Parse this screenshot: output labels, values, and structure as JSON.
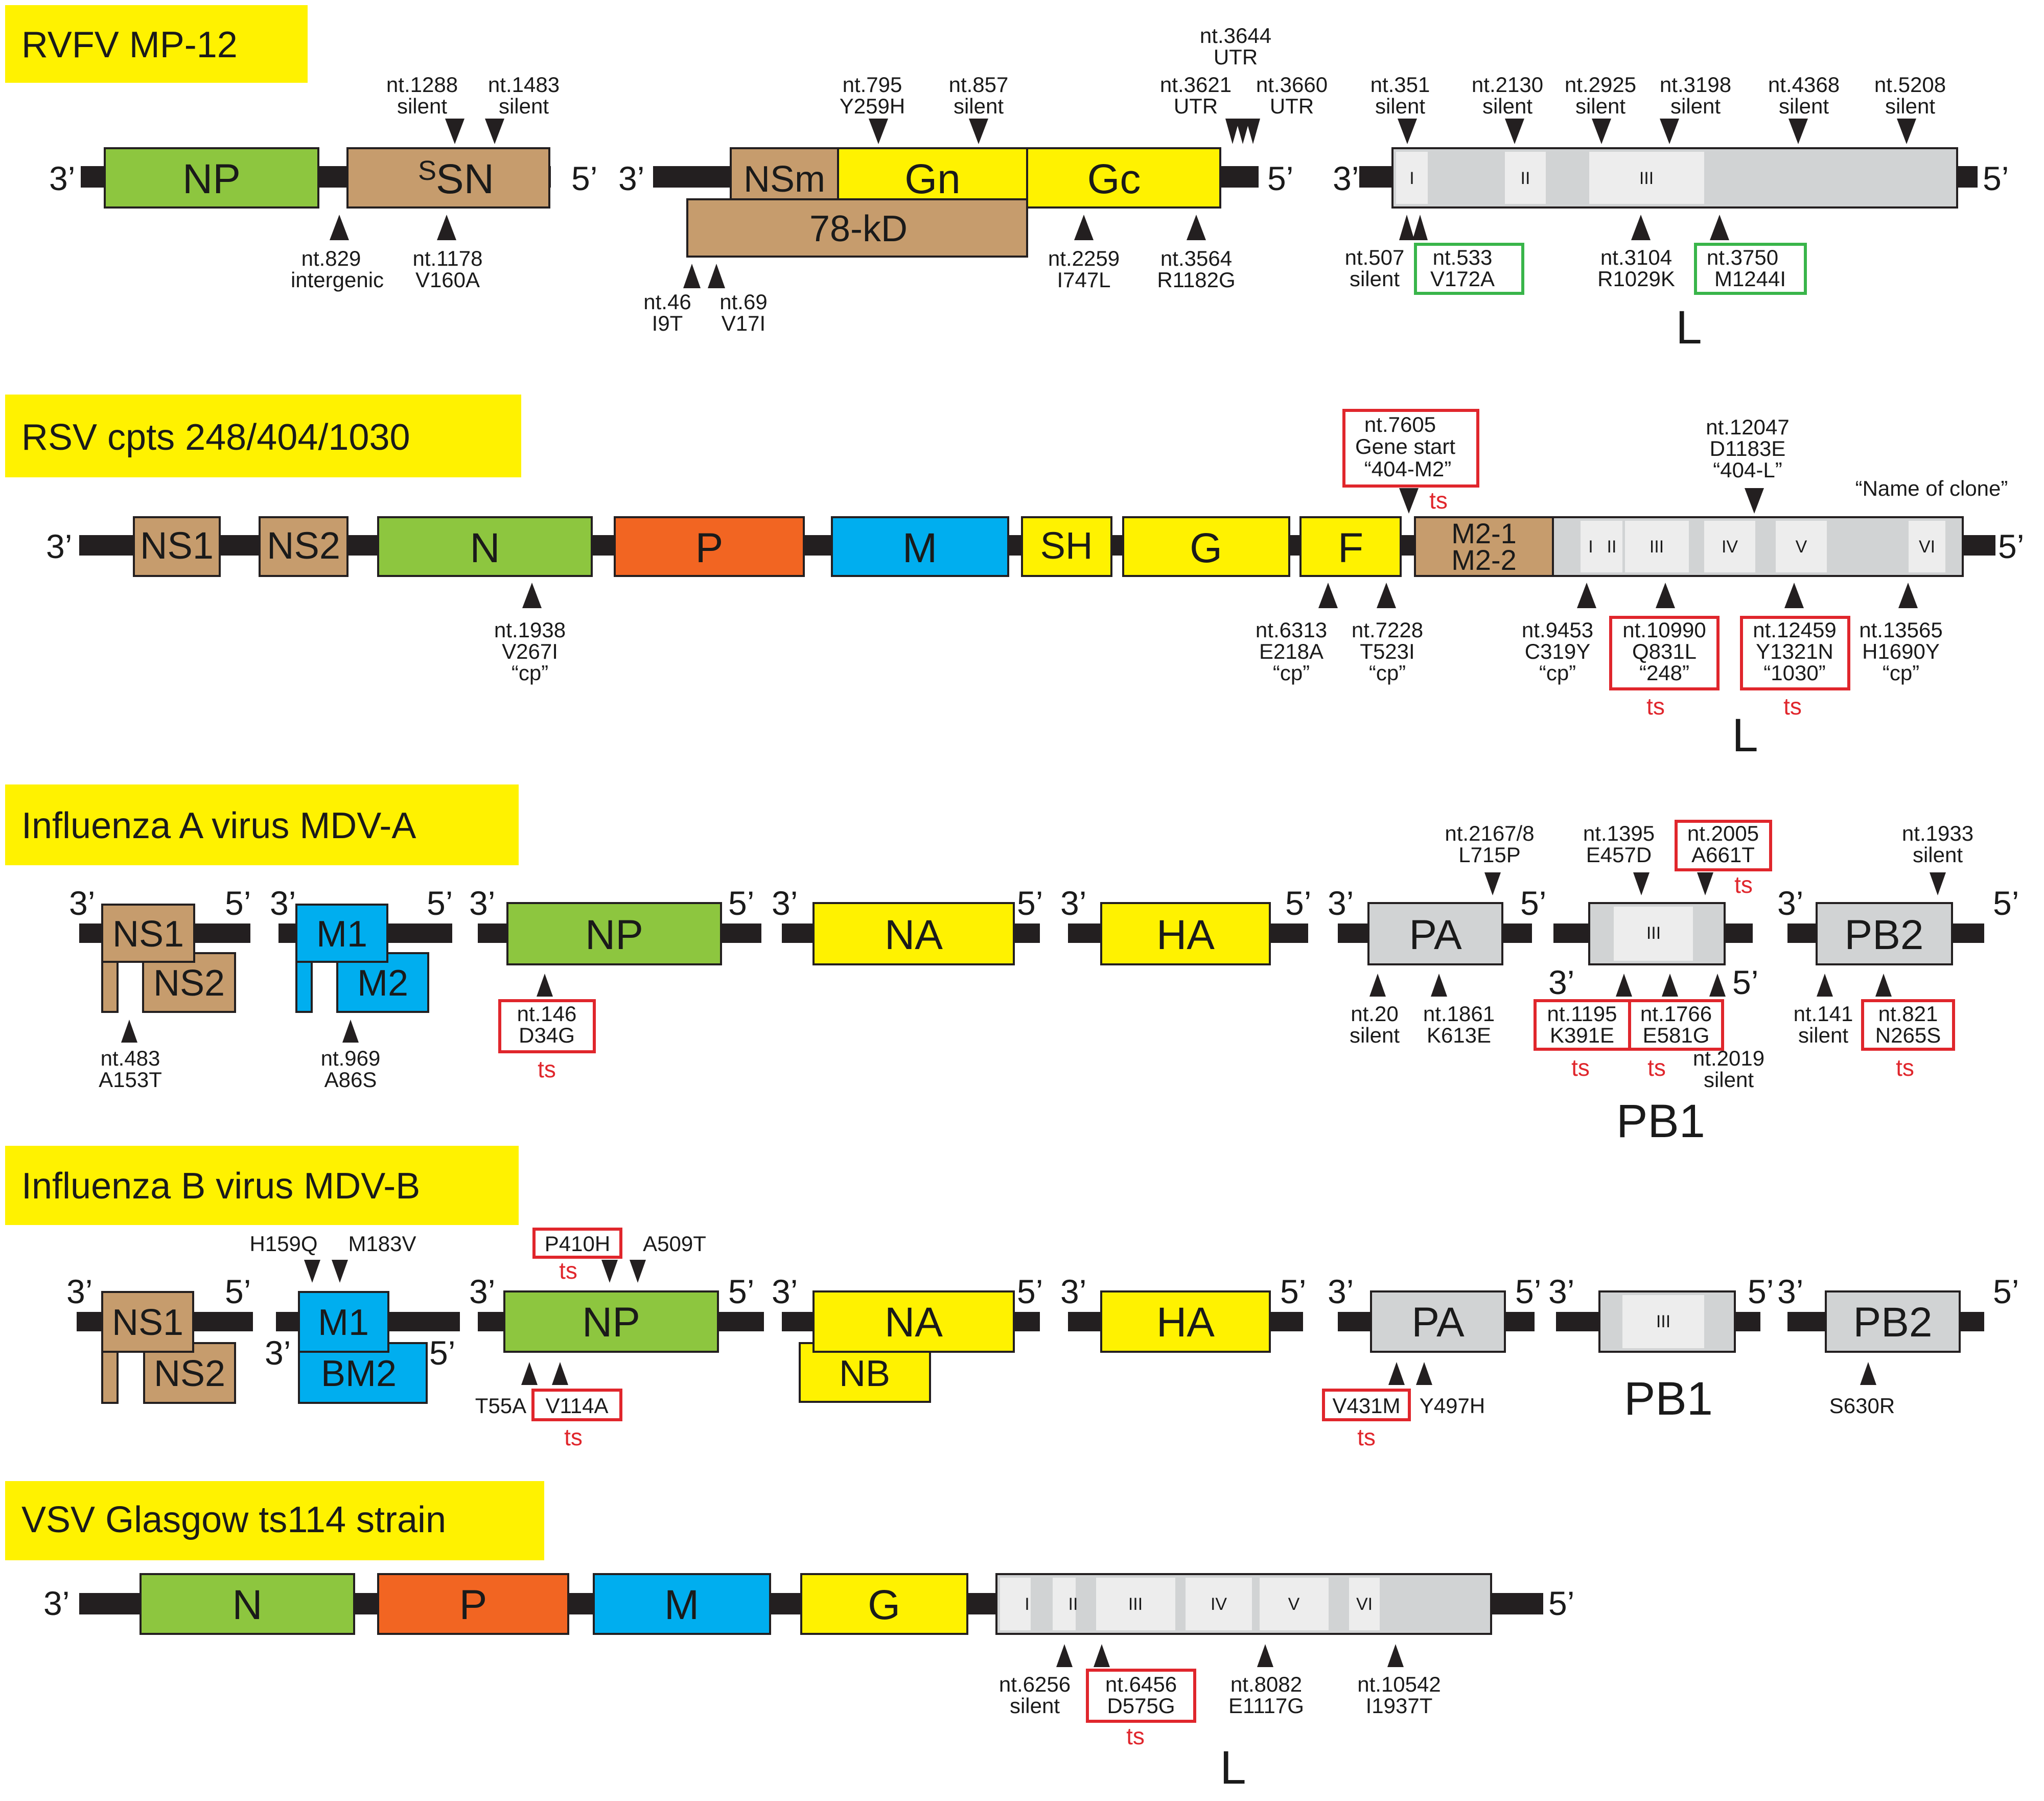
{
  "colors": {
    "title_bg": "#FFF200",
    "green": "#8DC63F",
    "tan": "#C69C6D",
    "yellow": "#FFF200",
    "orange": "#F26522",
    "blue": "#00AEEF",
    "gray": "#D1D3D4",
    "light": "#EDEDED",
    "backbone": "#231F20",
    "ts_red": "#E0262C",
    "box_green": "#39B54A"
  },
  "common": {
    "three": "3’",
    "five": "5’",
    "ts": "ts",
    "L": "L",
    "PB1": "PB1"
  },
  "domains": [
    "I",
    "II",
    "III",
    "IV",
    "V",
    "VI"
  ],
  "rvfv": {
    "title": "RVFV MP-12",
    "genes": {
      "NP": "NP",
      "SSN_s": "S",
      "SSN": "SN",
      "NSm": "NSm",
      "Gn": "Gn",
      "Gc": "Gc",
      "k78": "78-kD"
    },
    "m1288": [
      "nt.1288",
      "silent"
    ],
    "m1483": [
      "nt.1483",
      "silent"
    ],
    "m829": [
      "nt.829",
      "intergenic"
    ],
    "m1178": [
      "nt.1178",
      "V160A"
    ],
    "m795": [
      "nt.795",
      "Y259H"
    ],
    "m857": [
      "nt.857",
      "silent"
    ],
    "m3644": [
      "nt.3644",
      "UTR"
    ],
    "m3621": [
      "nt.3621",
      "UTR"
    ],
    "m3660": [
      "nt.3660",
      "UTR"
    ],
    "m46": [
      "nt.46",
      "I9T"
    ],
    "m69": [
      "nt.69",
      "V17I"
    ],
    "m2259": [
      "nt.2259",
      "I747L"
    ],
    "m3564": [
      "nt.3564",
      "R1182G"
    ],
    "m351": [
      "nt.351",
      "silent"
    ],
    "m2130": [
      "nt.2130",
      "silent"
    ],
    "m2925": [
      "nt.2925",
      "silent"
    ],
    "m3198": [
      "nt.3198",
      "silent"
    ],
    "m4368": [
      "nt.4368",
      "silent"
    ],
    "m5208": [
      "nt.5208",
      "silent"
    ],
    "m507": [
      "nt.507",
      "silent"
    ],
    "m533": [
      "nt.533",
      "V172A"
    ],
    "m3104": [
      "nt.3104",
      "R1029K"
    ],
    "m3750": [
      "nt.3750",
      "M1244I"
    ]
  },
  "rsv": {
    "title": "RSV  cpts 248/404/1030",
    "genes": {
      "NS1": "NS1",
      "NS2": "NS2",
      "N": "N",
      "P": "P",
      "M": "M",
      "SH": "SH",
      "G": "G",
      "F": "F",
      "M21": "M2-1",
      "M22": "M2-2"
    },
    "m7605": [
      "nt.7605",
      "Gene start",
      "“404-M2”"
    ],
    "m12047": [
      "nt.12047",
      "D1183E",
      "“404-L”"
    ],
    "clone_note": "“Name of clone”",
    "m1938": [
      "nt.1938",
      "V267I",
      "“cp”"
    ],
    "m6313": [
      "nt.6313",
      "E218A",
      "“cp”"
    ],
    "m7228": [
      "nt.7228",
      "T523I",
      "“cp”"
    ],
    "m9453": [
      "nt.9453",
      "C319Y",
      "“cp”"
    ],
    "m10990": [
      "nt.10990",
      "Q831L",
      "“248”"
    ],
    "m12459": [
      "nt.12459",
      "Y1321N",
      "“1030”"
    ],
    "m13565": [
      "nt.13565",
      "H1690Y",
      "“cp”"
    ]
  },
  "fluA": {
    "title": "Influenza A virus MDV-A",
    "genes": {
      "NS1": "NS1",
      "NS2": "NS2",
      "M1": "M1",
      "M2": "M2",
      "NP": "NP",
      "NA": "NA",
      "HA": "HA",
      "PA": "PA",
      "PB2": "PB2"
    },
    "m483": [
      "nt.483",
      "A153T"
    ],
    "m969": [
      "nt.969",
      "A86S"
    ],
    "m146": [
      "nt.146",
      "D34G"
    ],
    "m2167": [
      "nt.2167/8",
      "L715P"
    ],
    "m20": [
      "nt.20",
      "silent"
    ],
    "m1861": [
      "nt.1861",
      "K613E"
    ],
    "m1395": [
      "nt.1395",
      "E457D"
    ],
    "m2005": [
      "nt.2005",
      "A661T"
    ],
    "m1195": [
      "nt.1195",
      "K391E"
    ],
    "m1766": [
      "nt.1766",
      "E581G"
    ],
    "m2019": [
      "nt.2019",
      "silent"
    ],
    "m1933": [
      "nt.1933",
      "silent"
    ],
    "m141": [
      "nt.141",
      "silent"
    ],
    "m821": [
      "nt.821",
      "N265S"
    ]
  },
  "fluB": {
    "title": "Influenza B virus MDV-B",
    "genes": {
      "NS1": "NS1",
      "NS2": "NS2",
      "M1": "M1",
      "BM2": "BM2",
      "NP": "NP",
      "NA": "NA",
      "NB": "NB",
      "HA": "HA",
      "PA": "PA",
      "PB2": "PB2"
    },
    "h159q": "H159Q",
    "m183v": "M183V",
    "p410h": "P410H",
    "a509t": "A509T",
    "t55a": "T55A",
    "v114a": "V114A",
    "v431m": "V431M",
    "y497h": "Y497H",
    "s630r": "S630R"
  },
  "vsv": {
    "title": "VSV Glasgow ts114 strain",
    "genes": {
      "N": "N",
      "P": "P",
      "M": "M",
      "G": "G"
    },
    "m6256": [
      "nt.6256",
      "silent"
    ],
    "m6456": [
      "nt.6456",
      "D575G"
    ],
    "m8082": [
      "nt.8082",
      "E1117G"
    ],
    "m10542": [
      "nt.10542",
      "I1937T"
    ]
  }
}
